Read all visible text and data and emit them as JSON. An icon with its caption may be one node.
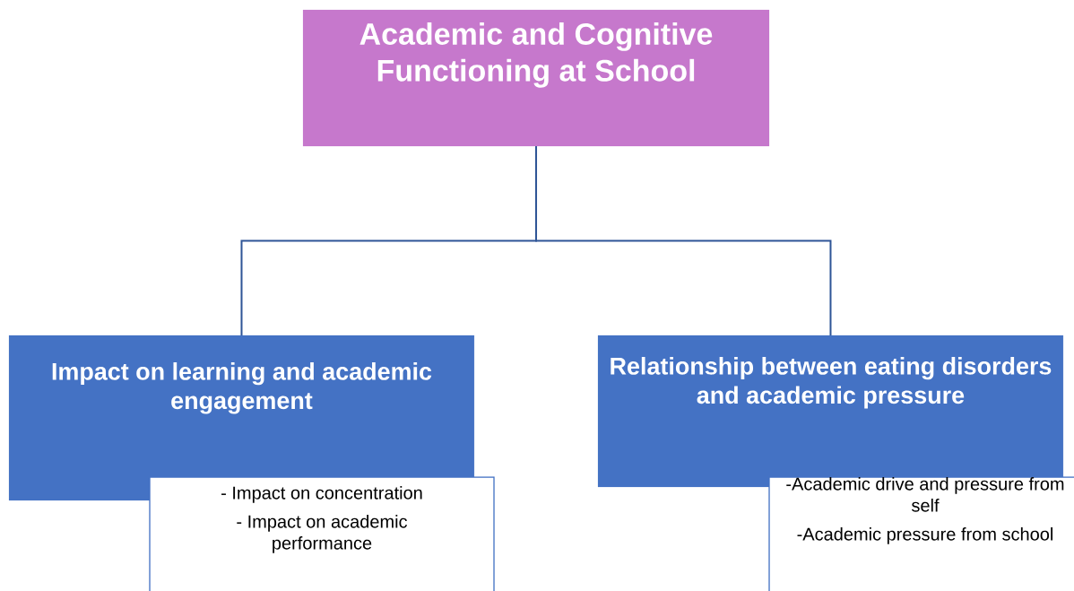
{
  "diagram": {
    "nodes": [
      {
        "text": [
          "Academic and Cognitive Functioning at School"
        ]
      },
      {
        "text": [
          "Impact on learning and academic engagement"
        ]
      },
      {
        "text": [
          "- Impact on concentration",
          "- Impact on academic performance"
        ]
      },
      {
        "text": [
          "Relationship between eating disorders and academic pressure"
        ]
      },
      {
        "text": [
          "-Academic drive and pressure from self",
          "-Academic pressure from school"
        ]
      }
    ],
    "edges": [
      {
        "from": 0,
        "to": 1,
        "arrow": "none"
      },
      {
        "from": 0,
        "to": 3,
        "arrow": "none"
      }
    ]
  }
}
